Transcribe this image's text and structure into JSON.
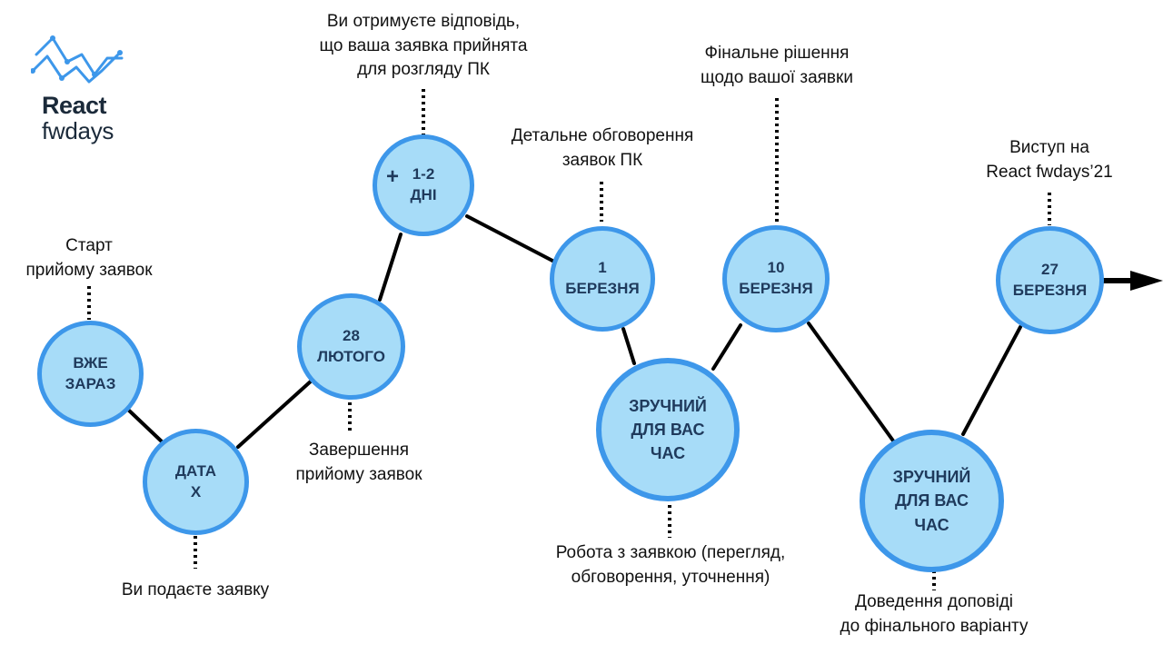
{
  "logo": {
    "title": "React",
    "subtitle": "fwdays",
    "color": "#3d97ea"
  },
  "colors": {
    "node_fill": "#a7dcf8",
    "node_border": "#3d97ea",
    "node_text": "#1f3a5c",
    "connector": "#000000"
  },
  "nodes": {
    "now": [
      "ВЖЕ",
      "ЗАРАЗ"
    ],
    "date_x": [
      "ДАТА",
      "X"
    ],
    "feb28": [
      "28",
      "ЛЮТОГО"
    ],
    "days": {
      "plus": "+",
      "lines": [
        "1-2",
        "ДНІ"
      ]
    },
    "mar1": [
      "1",
      "БЕРЕЗНЯ"
    ],
    "conv1": [
      "ЗРУЧНИЙ",
      "ДЛЯ ВАС",
      "ЧАС"
    ],
    "mar10": [
      "10",
      "БЕРЕЗНЯ"
    ],
    "conv2": [
      "ЗРУЧНИЙ",
      "ДЛЯ ВАС",
      "ЧАС"
    ],
    "mar27": [
      "27",
      "БЕРЕЗНЯ"
    ]
  },
  "labels": {
    "start": [
      "Старт",
      "прийому заявок"
    ],
    "submit": [
      "Ви подаєте заявку"
    ],
    "end_intake": [
      "Завершення",
      "прийому заявок"
    ],
    "response": [
      "Ви отримуєте відповідь,",
      "що ваша заявка прийнята",
      "для розгляду ПК"
    ],
    "discussion": [
      "Детальне обговорення",
      "заявок ПК"
    ],
    "work": [
      "Робота з заявкою (перегляд,",
      "обговорення, уточнення)"
    ],
    "final_decision": [
      "Фінальне рішення",
      "щодо вашої заявки"
    ],
    "finalize": [
      "Доведення доповіді",
      "до фінального варіанту"
    ],
    "talk": [
      "Виступ на",
      "React fwdays’21"
    ]
  }
}
